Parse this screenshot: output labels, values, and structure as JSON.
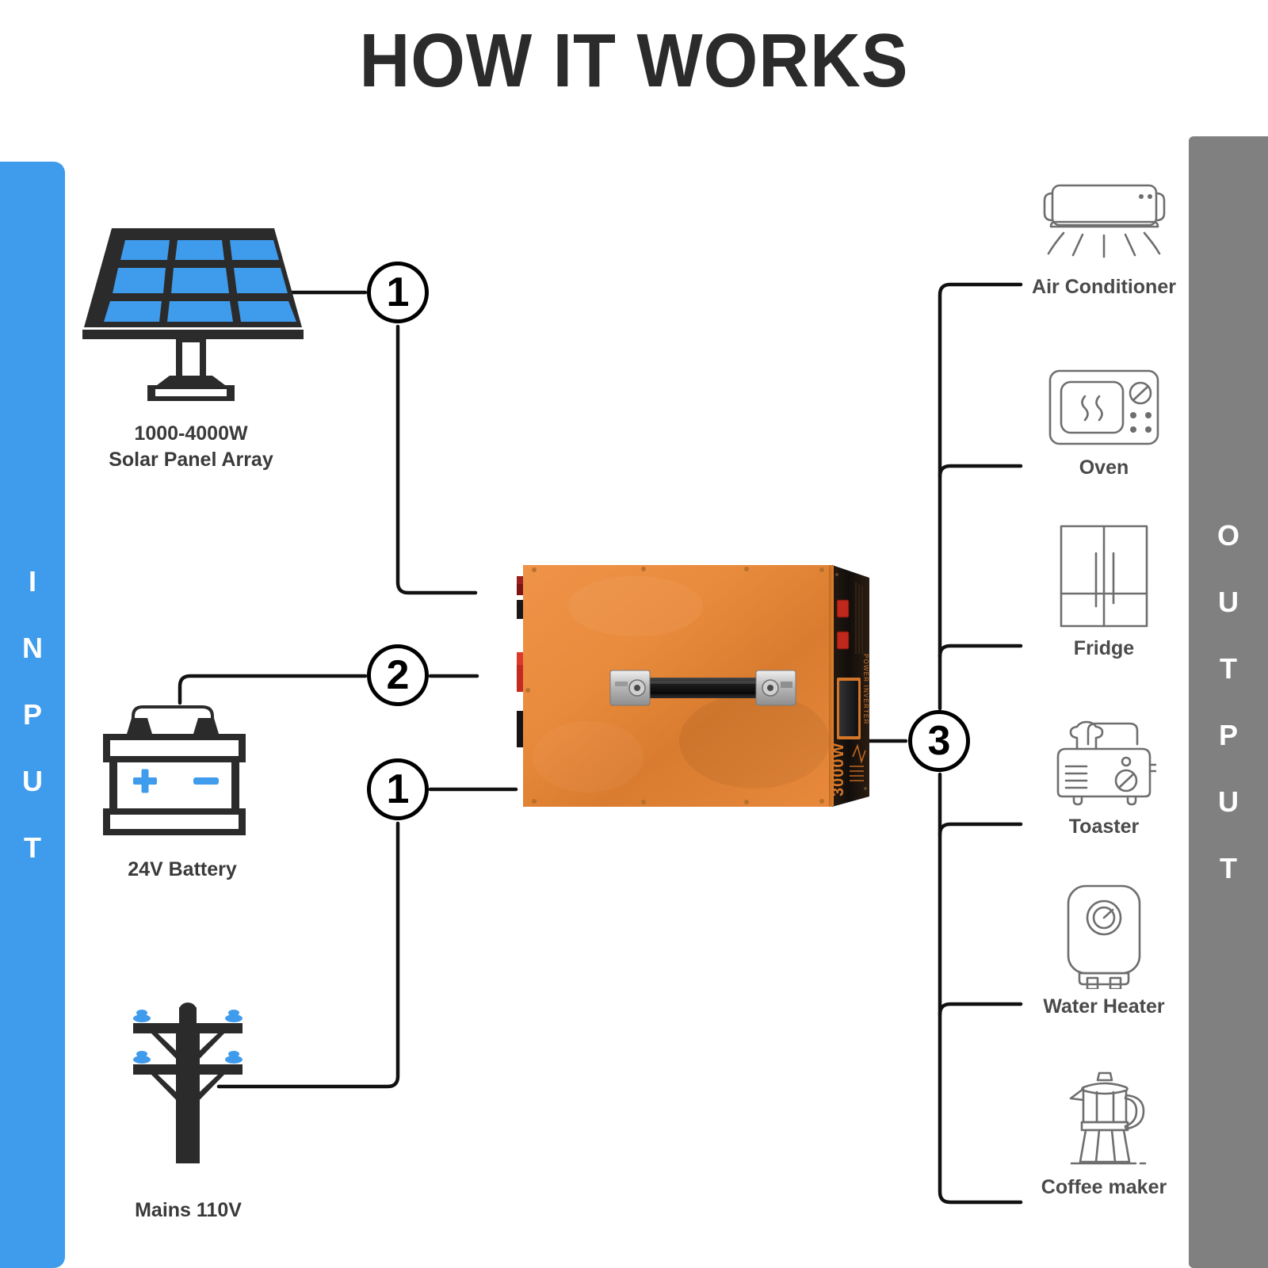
{
  "title": "HOW IT WORKS",
  "rails": {
    "input": {
      "text": "INPUT",
      "color": "#3f9bec"
    },
    "output": {
      "text": "OUTPUT",
      "color": "#808080"
    }
  },
  "inputs": [
    {
      "id": "solar-panel-array",
      "icon": "solar-panel-icon",
      "label_line1": "1000-4000W",
      "label_line2": "Solar Panel Array",
      "label": "1000-4000W\nSolar Panel Array",
      "badge": "1"
    },
    {
      "id": "battery",
      "icon": "car-battery-icon",
      "label_line1": "24V Battery",
      "label_line2": "",
      "label": "24V Battery",
      "badge": "2"
    },
    {
      "id": "mains",
      "icon": "utility-pole-icon",
      "label_line1": "Mains 110V",
      "label_line2": "",
      "label": "Mains 110V",
      "badge": "1"
    }
  ],
  "badges": {
    "solar": "1",
    "battery": "2",
    "mains": "1",
    "output": "3"
  },
  "inverter": {
    "name": "power-inverter",
    "power_rating": "3000W",
    "body_color": "#e8883a",
    "panel_color": "#16120f",
    "terminals": [
      {
        "name": "pv-positive",
        "color": "#8f1c1c"
      },
      {
        "name": "pv-negative",
        "color": "#161616"
      },
      {
        "name": "battery-positive",
        "color": "#c62828"
      },
      {
        "name": "battery-negative",
        "color": "#161616"
      }
    ]
  },
  "outputs": [
    {
      "id": "air-conditioner",
      "icon": "air-conditioner-icon",
      "label": "Air Conditioner"
    },
    {
      "id": "oven",
      "icon": "microwave-oven-icon",
      "label": "Oven"
    },
    {
      "id": "fridge",
      "icon": "refrigerator-icon",
      "label": "Fridge"
    },
    {
      "id": "toaster",
      "icon": "toaster-icon",
      "label": "Toaster"
    },
    {
      "id": "water-heater",
      "icon": "water-heater-icon",
      "label": "Water Heater"
    },
    {
      "id": "coffee-maker",
      "icon": "moka-pot-icon",
      "label": "Coffee maker"
    }
  ],
  "colors": {
    "accent_blue": "#3f9bec",
    "rail_gray": "#808080",
    "icon_gray": "#6e6e6e",
    "wire_black": "#111111",
    "inverter_orange": "#e8883a"
  }
}
